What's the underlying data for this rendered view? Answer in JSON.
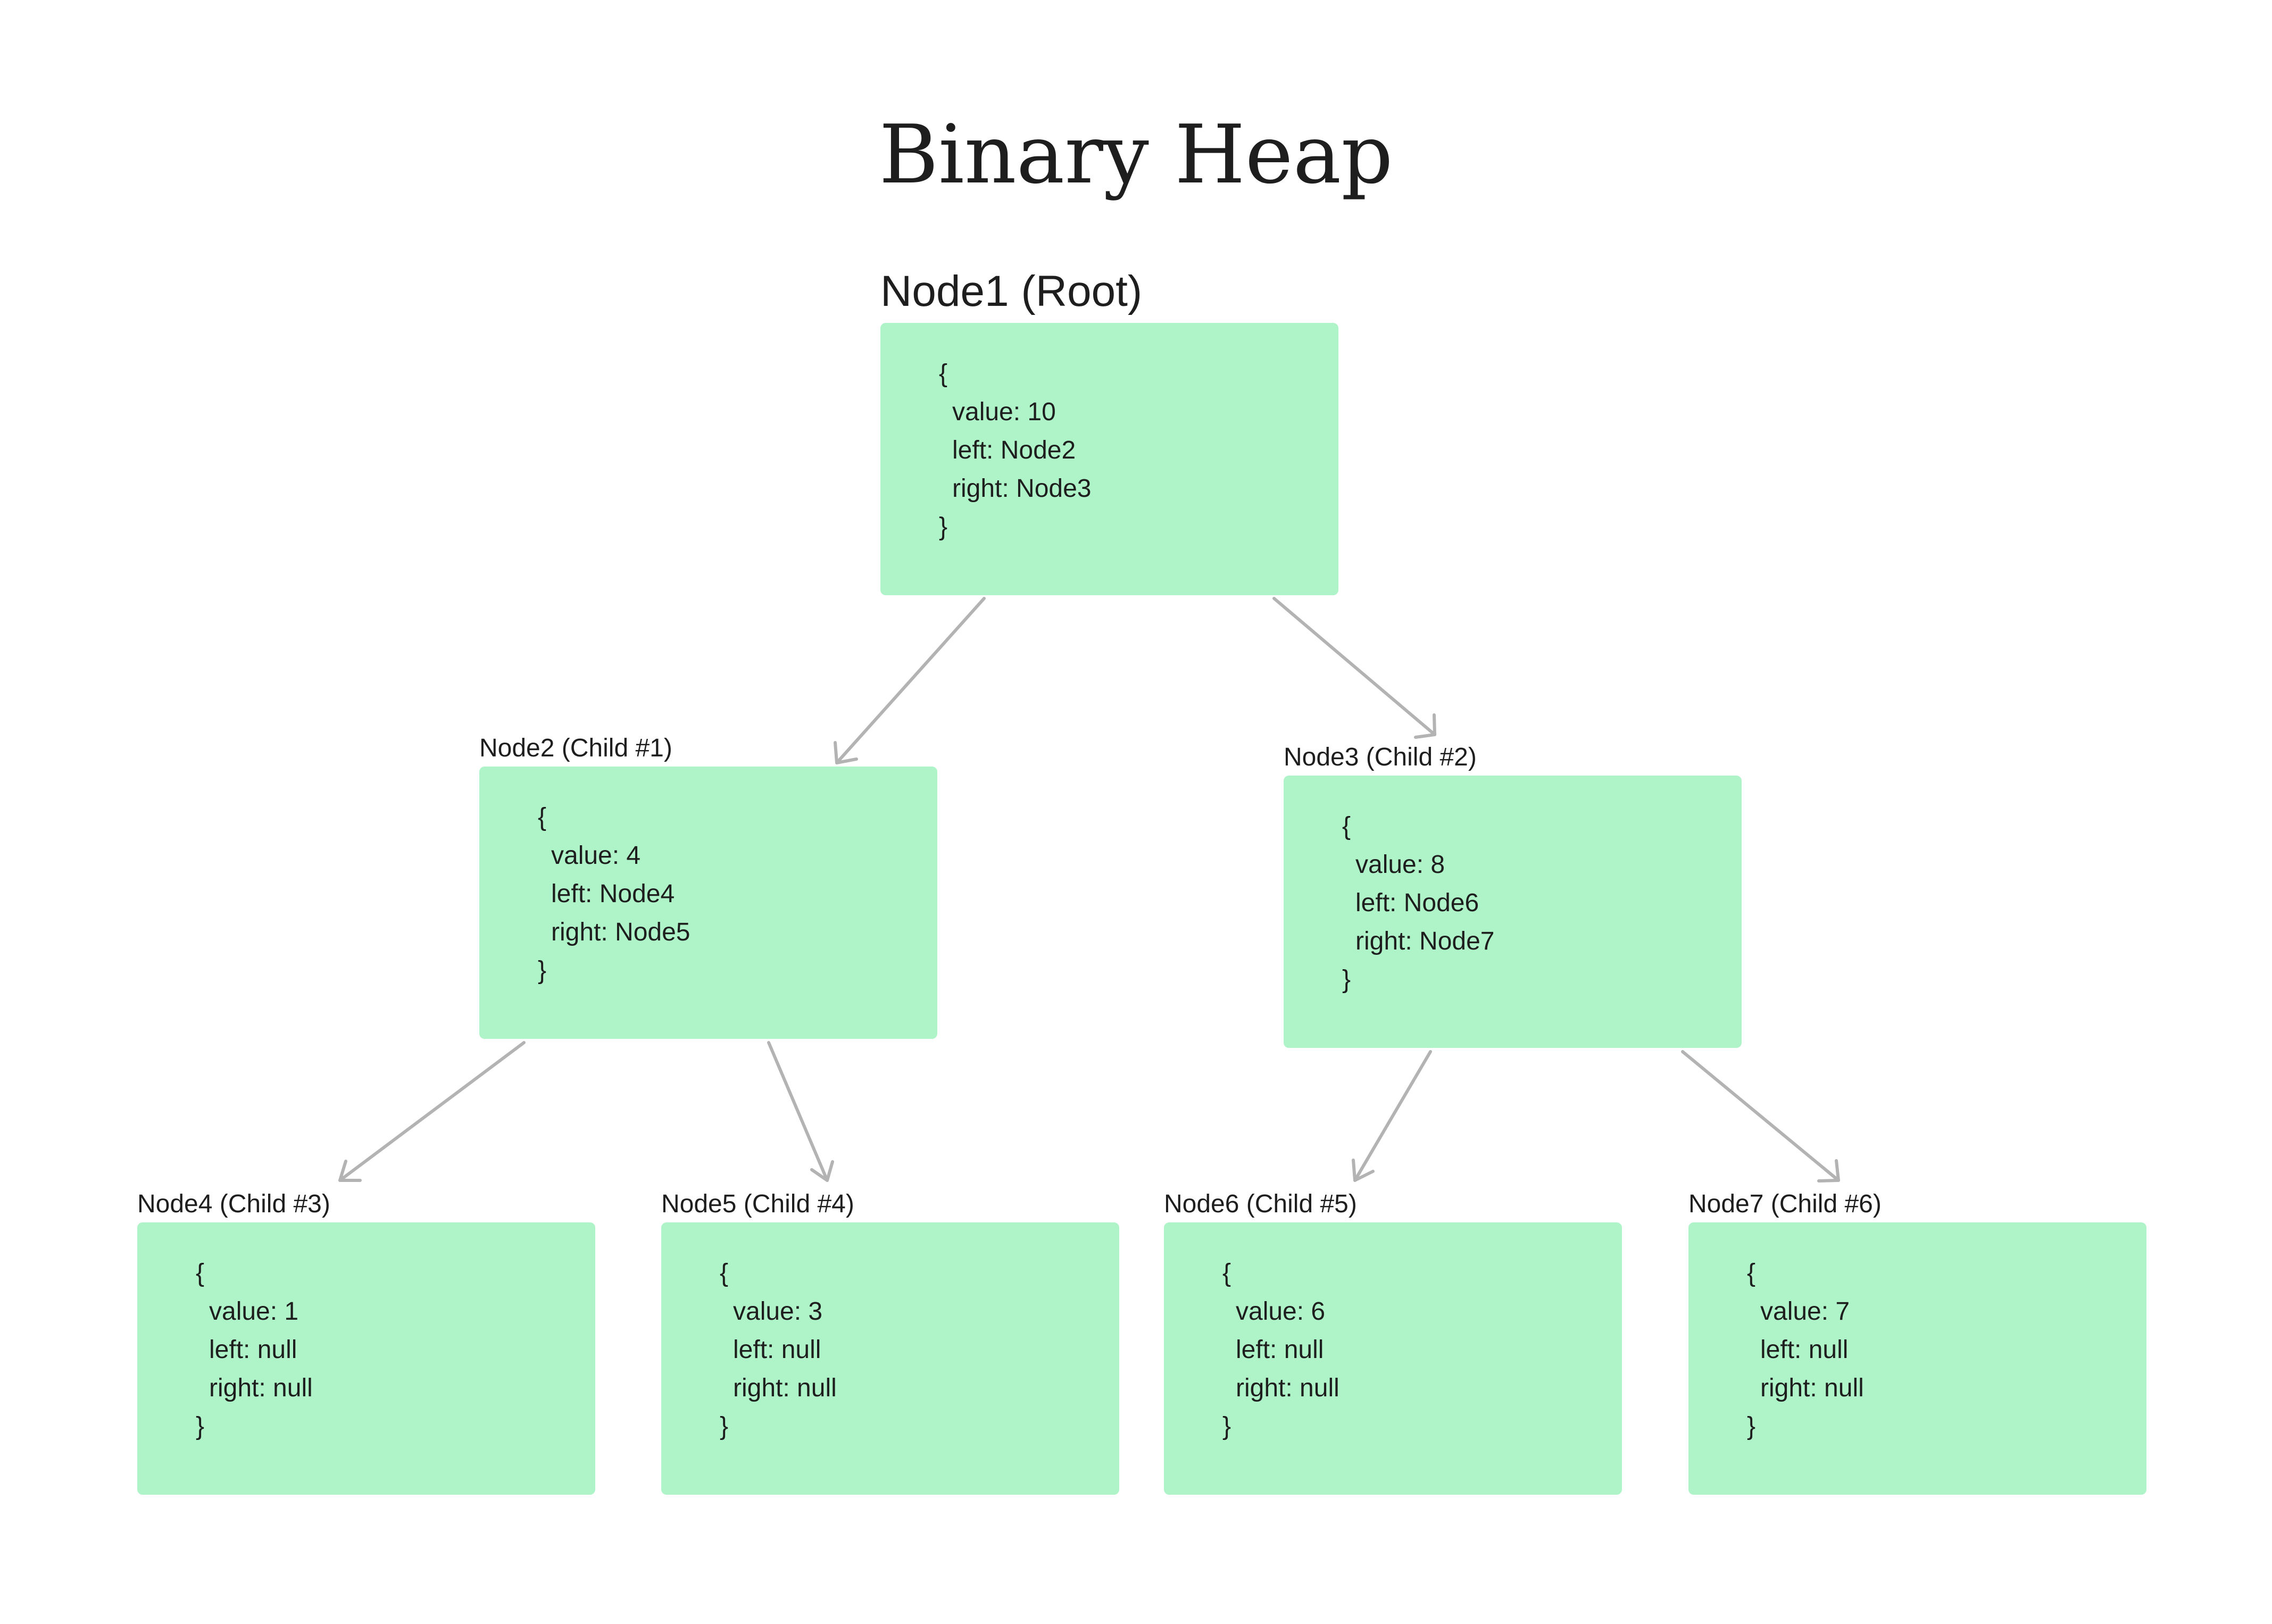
{
  "title": "Binary Heap",
  "colors": {
    "node_fill": "#aef4c8",
    "edge_stroke": "#b3b3b3",
    "text": "#1e1e1e"
  },
  "nodes": {
    "node1": {
      "caption": "Node1 (Root)",
      "open": "{",
      "value_line": "value: 10",
      "left_line": "left: Node2",
      "right_line": "right: Node3",
      "close": "}"
    },
    "node2": {
      "caption": "Node2 (Child #1)",
      "open": "{",
      "value_line": "value: 4",
      "left_line": "left: Node4",
      "right_line": "right: Node5",
      "close": "}"
    },
    "node3": {
      "caption": "Node3 (Child #2)",
      "open": "{",
      "value_line": "value: 8",
      "left_line": "left: Node6",
      "right_line": "right: Node7",
      "close": "}"
    },
    "node4": {
      "caption": "Node4 (Child #3)",
      "open": "{",
      "value_line": "value: 1",
      "left_line": "left: null",
      "right_line": "right: null",
      "close": "}"
    },
    "node5": {
      "caption": "Node5 (Child #4)",
      "open": "{",
      "value_line": "value: 3",
      "left_line": "left: null",
      "right_line": "right: null",
      "close": "}"
    },
    "node6": {
      "caption": "Node6 (Child #5)",
      "open": "{",
      "value_line": "value: 6",
      "left_line": "left: null",
      "right_line": "right: null",
      "close": "}"
    },
    "node7": {
      "caption": "Node7 (Child #6)",
      "open": "{",
      "value_line": "value: 7",
      "left_line": "left: null",
      "right_line": "right: null",
      "close": "}"
    }
  },
  "edges": [
    {
      "from": "node1",
      "to": "node2"
    },
    {
      "from": "node1",
      "to": "node3"
    },
    {
      "from": "node2",
      "to": "node4"
    },
    {
      "from": "node2",
      "to": "node5"
    },
    {
      "from": "node3",
      "to": "node6"
    },
    {
      "from": "node3",
      "to": "node7"
    }
  ]
}
